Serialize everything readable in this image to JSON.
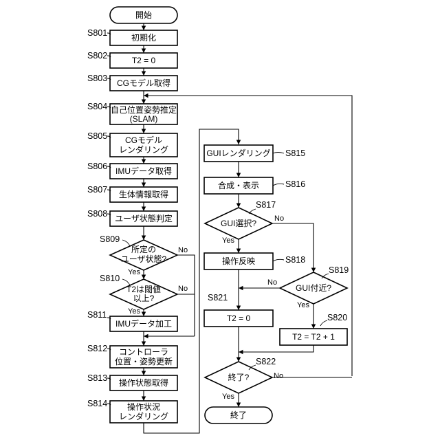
{
  "flowchart": {
    "terminals": {
      "start": "開始",
      "end": "終了"
    },
    "steps": {
      "s801": {
        "id": "S801",
        "text": "初期化"
      },
      "s802": {
        "id": "S802",
        "text": "T2 = 0"
      },
      "s803": {
        "id": "S803",
        "text": "CGモデル取得"
      },
      "s804": {
        "id": "S804",
        "line1": "自己位置姿勢推定",
        "line2": "(SLAM)"
      },
      "s805": {
        "id": "S805",
        "line1": "CGモデル",
        "line2": "レンダリング"
      },
      "s806": {
        "id": "S806",
        "text": "IMUデータ取得"
      },
      "s807": {
        "id": "S807",
        "text": "生体情報取得"
      },
      "s808": {
        "id": "S808",
        "text": "ユーザ状態判定"
      },
      "s809": {
        "id": "S809",
        "line1": "所定の",
        "line2": "ユーザ状態?"
      },
      "s810": {
        "id": "S810",
        "line1": "T2は閾値",
        "line2": "以上?"
      },
      "s811": {
        "id": "S811",
        "text": "IMUデータ加工"
      },
      "s812": {
        "id": "S812",
        "line1": "コントローラ",
        "line2": "位置・姿勢更新"
      },
      "s813": {
        "id": "S813",
        "text": "操作状態取得"
      },
      "s814": {
        "id": "S814",
        "line1": "操作状況",
        "line2": "レンダリング"
      },
      "s815": {
        "id": "S815",
        "text": "GUIレンダリング"
      },
      "s816": {
        "id": "S816",
        "text": "合成・表示"
      },
      "s817": {
        "id": "S817",
        "text": "GUI選択?"
      },
      "s818": {
        "id": "S818",
        "text": "操作反映"
      },
      "s819": {
        "id": "S819",
        "text": "GUI付近?"
      },
      "s820": {
        "id": "S820",
        "text": "T2 = T2 + 1"
      },
      "s821": {
        "id": "S821",
        "text": "T2 = 0"
      },
      "s822": {
        "id": "S822",
        "text": "終了?"
      }
    },
    "branch_labels": {
      "yes": "Yes",
      "no": "No"
    }
  }
}
